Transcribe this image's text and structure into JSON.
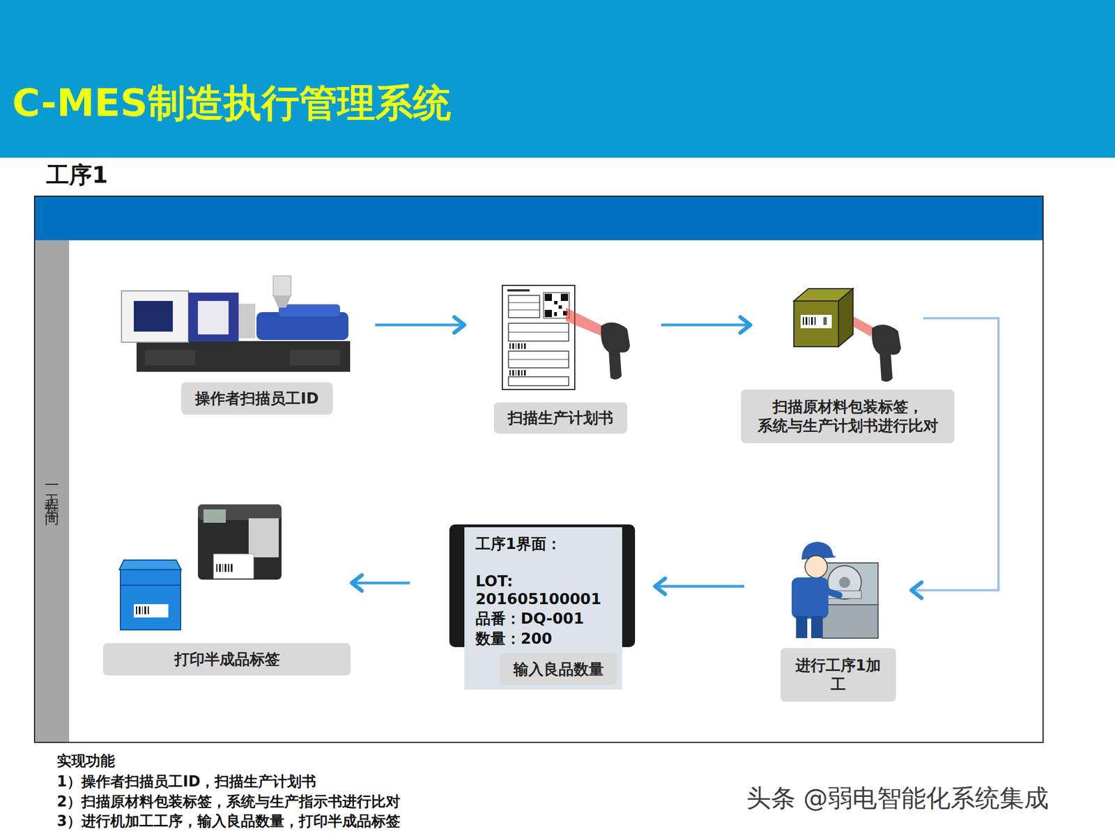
{
  "diagram": {
    "title": "C-MES制造执行管理系统",
    "nodes": [
      {
        "text": [
          "工序1"
        ]
      },
      {
        "text": [
          "一工程车间"
        ],
        "in": 0
      },
      {
        "text": [
          "操作者扫描员工ID"
        ],
        "in": 0
      },
      {
        "text": [
          "扫描生产计划书"
        ],
        "in": 0
      },
      {
        "text": [
          "扫描原材料包装标签，系统与生产计划书进行比对"
        ],
        "in": 0
      },
      {
        "text": [
          "进行工序1加工"
        ],
        "in": 0
      },
      {
        "text": [
          "工序1界面：",
          "LOT: 201605100001",
          "品番：DQ-001",
          "数量：200"
        ],
        "in": 0
      },
      {
        "text": [
          "输入良品数量"
        ],
        "in": 6
      },
      {
        "text": [
          "打印半成品标签"
        ],
        "in": 0
      }
    ],
    "edges": [
      {
        "from": 2,
        "to": 3,
        "arrow": "to"
      },
      {
        "from": 3,
        "to": 4,
        "arrow": "to"
      },
      {
        "from": 4,
        "to": 5,
        "arrow": "to"
      },
      {
        "from": 5,
        "to": 6,
        "arrow": "to"
      },
      {
        "from": 6,
        "to": 8,
        "arrow": "to"
      }
    ],
    "labels": [
      "实现功能",
      "1）操作者扫描员工ID，扫描生产计划书",
      "2）扫描原材料包装标签，系统与生产指示书进行比对",
      "3）进行机加工工序，输入良品数量，打印半成品标签",
      "头条 @弱电智能化系统集成"
    ]
  }
}
